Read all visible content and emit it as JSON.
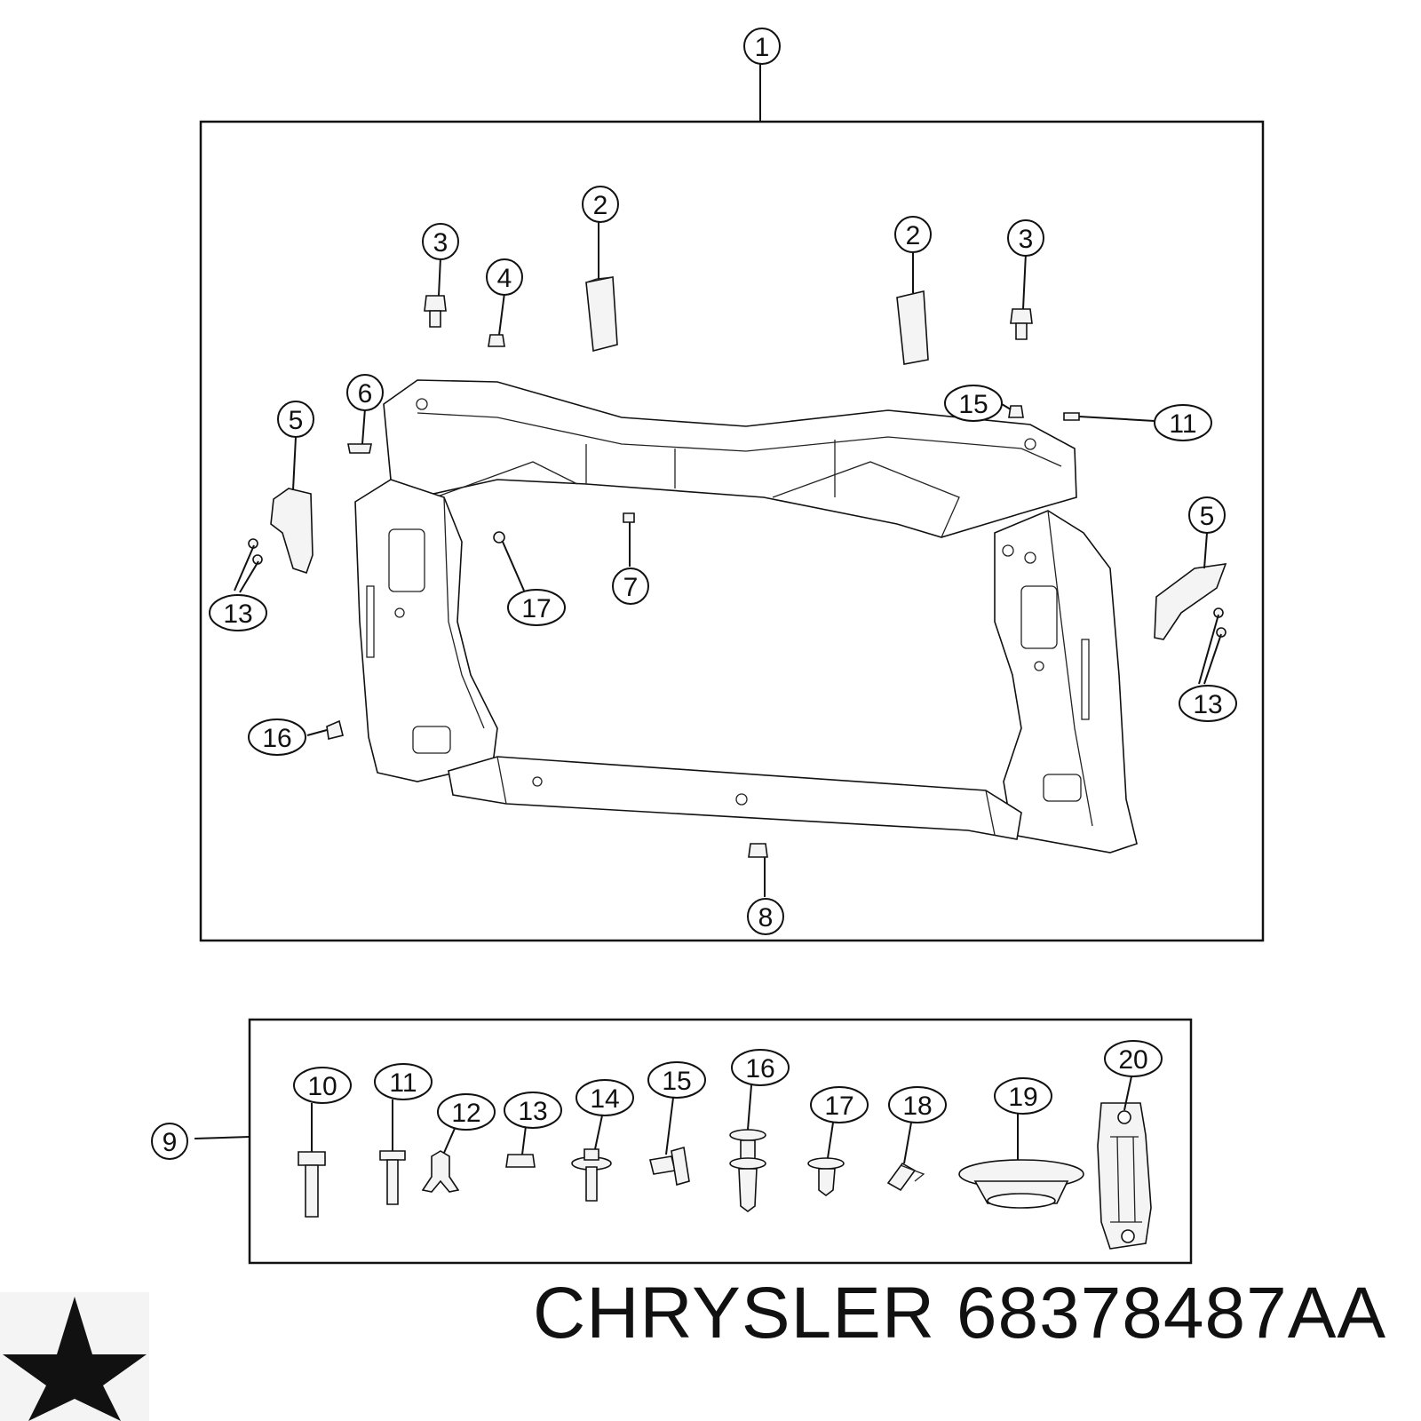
{
  "brand": {
    "name": "CHRYSLER",
    "part_number": "68378487AA",
    "logo_icon": "chrysler-pentastar-icon"
  },
  "main_assembly": {
    "callouts": [
      {
        "id": "c1",
        "label": "1"
      },
      {
        "id": "c2a",
        "label": "2"
      },
      {
        "id": "c2b",
        "label": "2"
      },
      {
        "id": "c3a",
        "label": "3"
      },
      {
        "id": "c3b",
        "label": "3"
      },
      {
        "id": "c4",
        "label": "4"
      },
      {
        "id": "c5a",
        "label": "5"
      },
      {
        "id": "c5b",
        "label": "5"
      },
      {
        "id": "c6",
        "label": "6"
      },
      {
        "id": "c7",
        "label": "7"
      },
      {
        "id": "c8",
        "label": "8"
      },
      {
        "id": "c11",
        "label": "11"
      },
      {
        "id": "c13a",
        "label": "13"
      },
      {
        "id": "c13b",
        "label": "13"
      },
      {
        "id": "c15",
        "label": "15"
      },
      {
        "id": "c16",
        "label": "16"
      },
      {
        "id": "c17",
        "label": "17"
      }
    ]
  },
  "hardware_kit": {
    "callouts": [
      {
        "id": "k9",
        "label": "9"
      },
      {
        "id": "k10",
        "label": "10"
      },
      {
        "id": "k11",
        "label": "11"
      },
      {
        "id": "k12",
        "label": "12"
      },
      {
        "id": "k13",
        "label": "13"
      },
      {
        "id": "k14",
        "label": "14"
      },
      {
        "id": "k15",
        "label": "15"
      },
      {
        "id": "k16",
        "label": "16"
      },
      {
        "id": "k17",
        "label": "17"
      },
      {
        "id": "k18",
        "label": "18"
      },
      {
        "id": "k19",
        "label": "19"
      },
      {
        "id": "k20",
        "label": "20"
      }
    ]
  }
}
